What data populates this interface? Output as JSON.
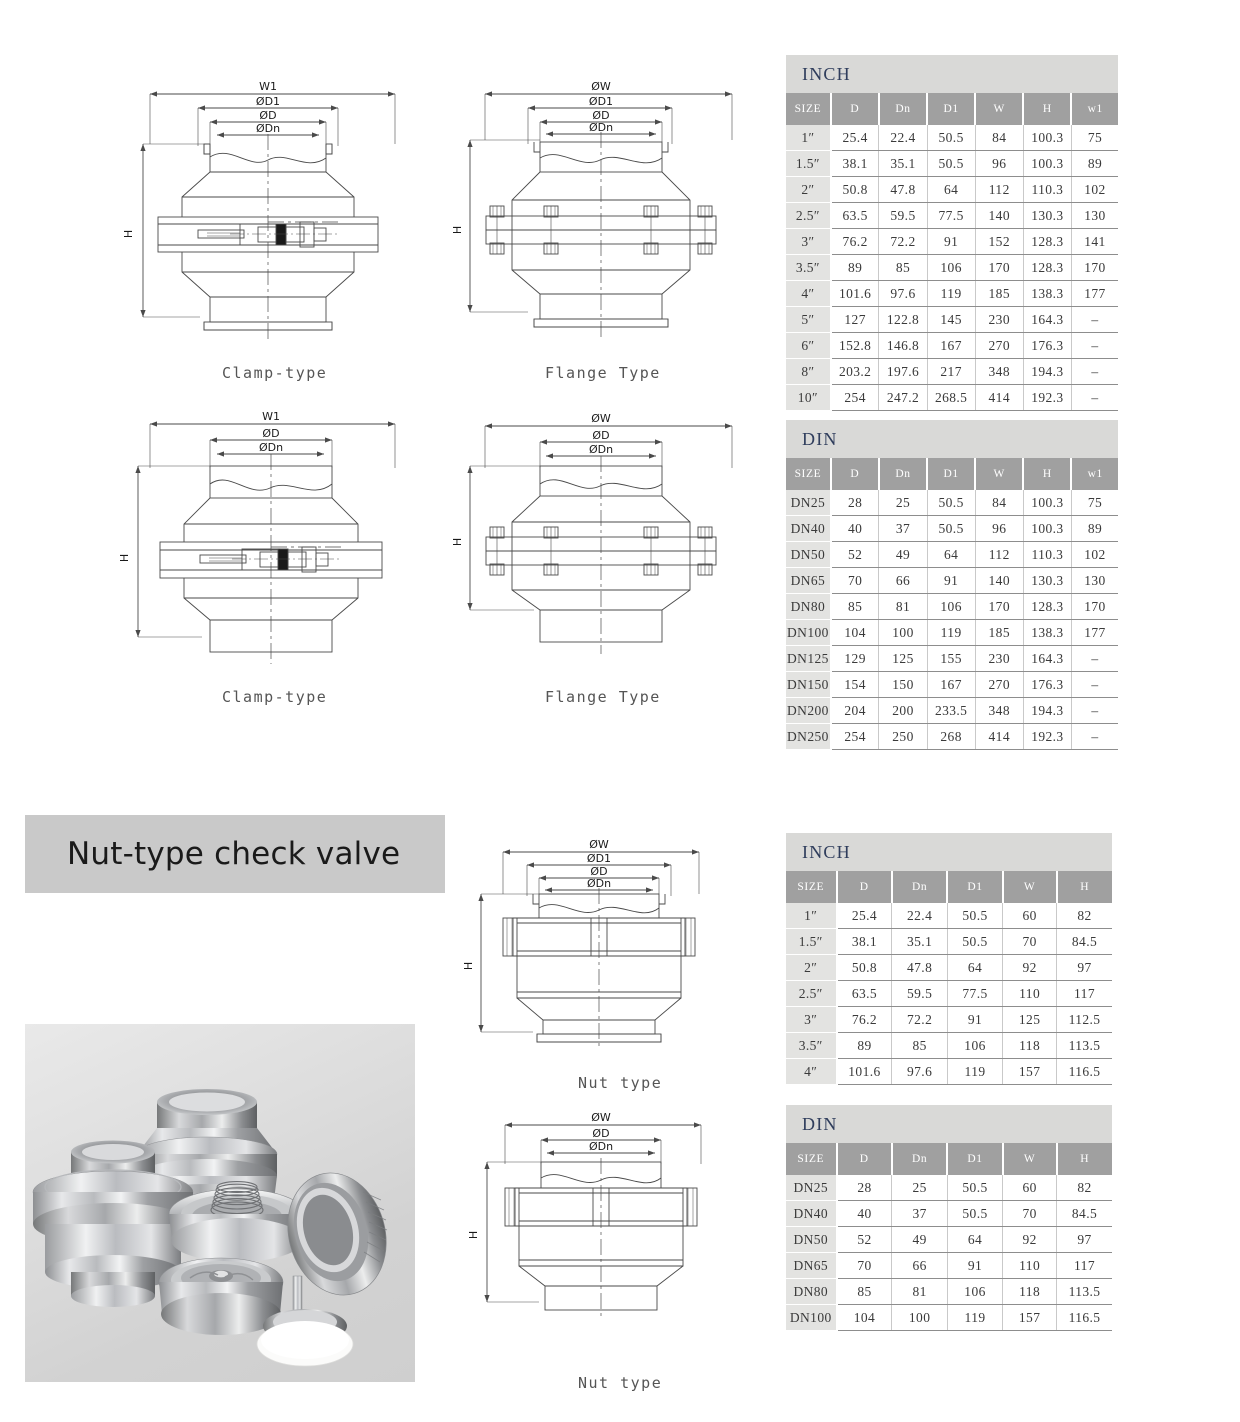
{
  "section": {
    "title": "Nut-type check valve"
  },
  "drawings": [
    {
      "id": "clamp-type-1",
      "caption": "Clamp-type",
      "dim_labels": [
        "W1",
        "ØD1",
        "ØD",
        "ØDn",
        "H"
      ]
    },
    {
      "id": "flange-type-1",
      "caption": "Flange Type",
      "dim_labels": [
        "ØW",
        "ØD1",
        "ØD",
        "ØDn",
        "H"
      ]
    },
    {
      "id": "clamp-type-2",
      "caption": "Clamp-type",
      "dim_labels": [
        "W1",
        "ØD",
        "ØDn",
        "H"
      ]
    },
    {
      "id": "flange-type-2",
      "caption": "Flange Type",
      "dim_labels": [
        "ØW",
        "ØD",
        "ØDn",
        "H"
      ]
    },
    {
      "id": "nut-type-1",
      "caption": "Nut type",
      "dim_labels": [
        "ØW",
        "ØD1",
        "ØD",
        "ØDn",
        "H"
      ]
    },
    {
      "id": "nut-type-2",
      "caption": "Nut type",
      "dim_labels": [
        "ØW",
        "ØD",
        "ØDn",
        "H"
      ]
    }
  ],
  "tables": [
    {
      "id": "inch-clamp",
      "title": "INCH",
      "columns": [
        "SIZE",
        "D",
        "Dn",
        "D1",
        "W",
        "H",
        "w1"
      ],
      "rows": [
        [
          "1″",
          "25.4",
          "22.4",
          "50.5",
          "84",
          "100.3",
          "75"
        ],
        [
          "1.5″",
          "38.1",
          "35.1",
          "50.5",
          "96",
          "100.3",
          "89"
        ],
        [
          "2″",
          "50.8",
          "47.8",
          "64",
          "112",
          "110.3",
          "102"
        ],
        [
          "2.5″",
          "63.5",
          "59.5",
          "77.5",
          "140",
          "130.3",
          "130"
        ],
        [
          "3″",
          "76.2",
          "72.2",
          "91",
          "152",
          "128.3",
          "141"
        ],
        [
          "3.5″",
          "89",
          "85",
          "106",
          "170",
          "128.3",
          "170"
        ],
        [
          "4″",
          "101.6",
          "97.6",
          "119",
          "185",
          "138.3",
          "177"
        ],
        [
          "5″",
          "127",
          "122.8",
          "145",
          "230",
          "164.3",
          "–"
        ],
        [
          "6″",
          "152.8",
          "146.8",
          "167",
          "270",
          "176.3",
          "–"
        ],
        [
          "8″",
          "203.2",
          "197.6",
          "217",
          "348",
          "194.3",
          "–"
        ],
        [
          "10″",
          "254",
          "247.2",
          "268.5",
          "414",
          "192.3",
          "–"
        ]
      ]
    },
    {
      "id": "din-clamp",
      "title": "DIN",
      "columns": [
        "SIZE",
        "D",
        "Dn",
        "D1",
        "W",
        "H",
        "w1"
      ],
      "rows": [
        [
          "DN25",
          "28",
          "25",
          "50.5",
          "84",
          "100.3",
          "75"
        ],
        [
          "DN40",
          "40",
          "37",
          "50.5",
          "96",
          "100.3",
          "89"
        ],
        [
          "DN50",
          "52",
          "49",
          "64",
          "112",
          "110.3",
          "102"
        ],
        [
          "DN65",
          "70",
          "66",
          "91",
          "140",
          "130.3",
          "130"
        ],
        [
          "DN80",
          "85",
          "81",
          "106",
          "170",
          "128.3",
          "170"
        ],
        [
          "DN100",
          "104",
          "100",
          "119",
          "185",
          "138.3",
          "177"
        ],
        [
          "DN125",
          "129",
          "125",
          "155",
          "230",
          "164.3",
          "–"
        ],
        [
          "DN150",
          "154",
          "150",
          "167",
          "270",
          "176.3",
          "–"
        ],
        [
          "DN200",
          "204",
          "200",
          "233.5",
          "348",
          "194.3",
          "–"
        ],
        [
          "DN250",
          "254",
          "250",
          "268",
          "414",
          "192.3",
          "–"
        ]
      ]
    },
    {
      "id": "inch-nut",
      "title": "INCH",
      "columns": [
        "SIZE",
        "D",
        "Dn",
        "D1",
        "W",
        "H"
      ],
      "rows": [
        [
          "1″",
          "25.4",
          "22.4",
          "50.5",
          "60",
          "82"
        ],
        [
          "1.5″",
          "38.1",
          "35.1",
          "50.5",
          "70",
          "84.5"
        ],
        [
          "2″",
          "50.8",
          "47.8",
          "64",
          "92",
          "97"
        ],
        [
          "2.5″",
          "63.5",
          "59.5",
          "77.5",
          "110",
          "117"
        ],
        [
          "3″",
          "76.2",
          "72.2",
          "91",
          "125",
          "112.5"
        ],
        [
          "3.5″",
          "89",
          "85",
          "106",
          "118",
          "113.5"
        ],
        [
          "4″",
          "101.6",
          "97.6",
          "119",
          "157",
          "116.5"
        ]
      ]
    },
    {
      "id": "din-nut",
      "title": "DIN",
      "columns": [
        "SIZE",
        "D",
        "Dn",
        "D1",
        "W",
        "H"
      ],
      "rows": [
        [
          "DN25",
          "28",
          "25",
          "50.5",
          "60",
          "82"
        ],
        [
          "DN40",
          "40",
          "37",
          "50.5",
          "70",
          "84.5"
        ],
        [
          "DN50",
          "52",
          "49",
          "64",
          "92",
          "97"
        ],
        [
          "DN65",
          "70",
          "66",
          "91",
          "110",
          "117"
        ],
        [
          "DN80",
          "85",
          "81",
          "106",
          "118",
          "113.5"
        ],
        [
          "DN100",
          "104",
          "100",
          "119",
          "157",
          "116.5"
        ]
      ]
    }
  ],
  "colors": {
    "banner_bg": "#d9d9d7",
    "banner_text": "#2f3d5c",
    "header_bg": "#a0a0a0",
    "size_cell_bg": "#e3e3e1",
    "section_banner_bg": "#c9c9c9",
    "drawing_line": "#4a4a4a"
  }
}
